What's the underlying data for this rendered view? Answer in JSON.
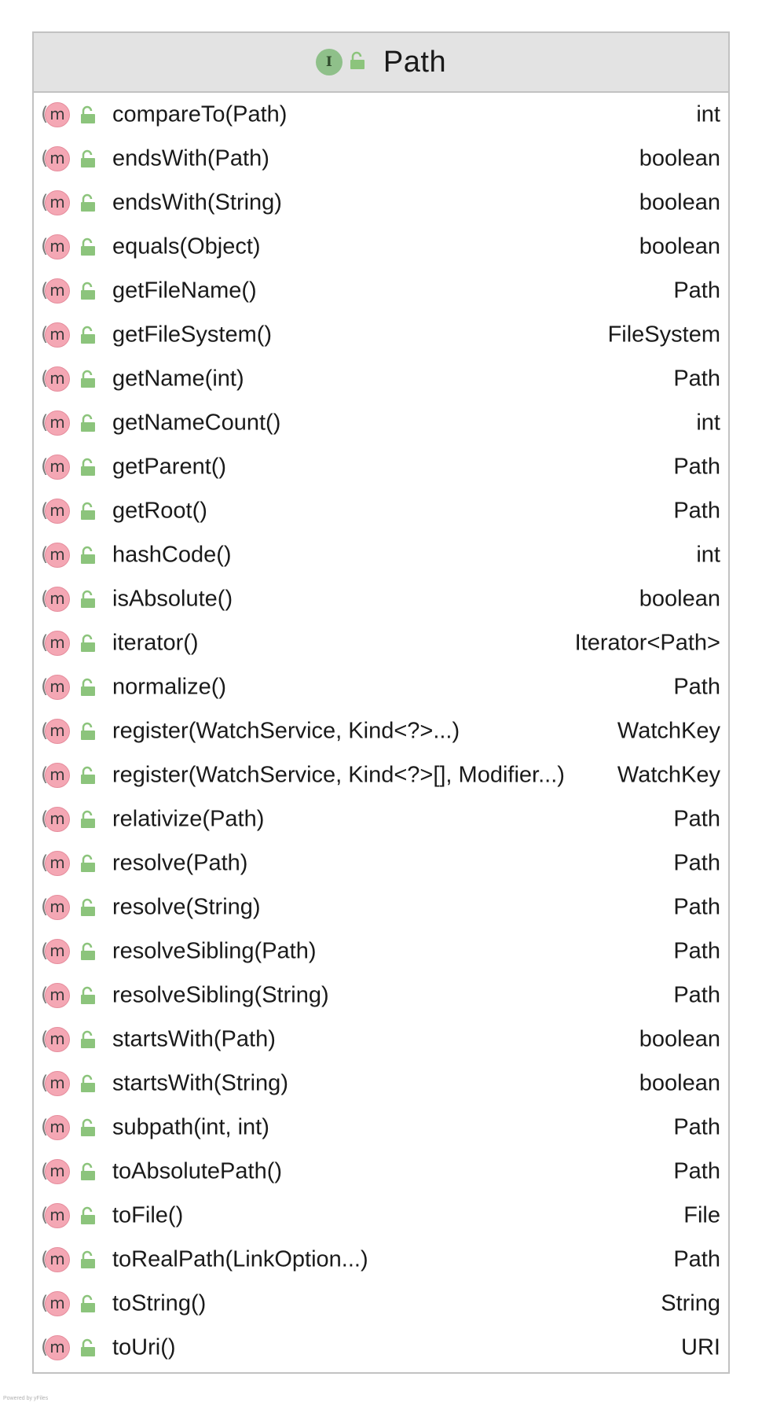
{
  "class": {
    "stereotype_icon": "interface-icon",
    "stereotype_letter": "I",
    "visibility_icon": "public-lock-icon",
    "name": "Path"
  },
  "colors": {
    "header_bg": "#e3e3e3",
    "border": "#c2c2c2",
    "interface_icon": "#8fc08a",
    "method_icon": "#f4a7b4",
    "lock_icon": "#8cc47c"
  },
  "methods": [
    {
      "icon": "m",
      "name": "compareTo(Path)",
      "type": "int"
    },
    {
      "icon": "m",
      "name": "endsWith(Path)",
      "type": "boolean"
    },
    {
      "icon": "m",
      "name": "endsWith(String)",
      "type": "boolean"
    },
    {
      "icon": "m",
      "name": "equals(Object)",
      "type": "boolean"
    },
    {
      "icon": "m",
      "name": "getFileName()",
      "type": "Path"
    },
    {
      "icon": "m",
      "name": "getFileSystem()",
      "type": "FileSystem"
    },
    {
      "icon": "m",
      "name": "getName(int)",
      "type": "Path"
    },
    {
      "icon": "m",
      "name": "getNameCount()",
      "type": "int"
    },
    {
      "icon": "m",
      "name": "getParent()",
      "type": "Path"
    },
    {
      "icon": "m",
      "name": "getRoot()",
      "type": "Path"
    },
    {
      "icon": "m",
      "name": "hashCode()",
      "type": "int"
    },
    {
      "icon": "m",
      "name": "isAbsolute()",
      "type": "boolean"
    },
    {
      "icon": "m",
      "name": "iterator()",
      "type": "Iterator<Path>"
    },
    {
      "icon": "m",
      "name": "normalize()",
      "type": "Path"
    },
    {
      "icon": "m",
      "name": "register(WatchService, Kind<?>...)",
      "type": "WatchKey"
    },
    {
      "icon": "m",
      "name": "register(WatchService, Kind<?>[], Modifier...)",
      "type": "WatchKey"
    },
    {
      "icon": "m",
      "name": "relativize(Path)",
      "type": "Path"
    },
    {
      "icon": "m",
      "name": "resolve(Path)",
      "type": "Path"
    },
    {
      "icon": "m",
      "name": "resolve(String)",
      "type": "Path"
    },
    {
      "icon": "m",
      "name": "resolveSibling(Path)",
      "type": "Path"
    },
    {
      "icon": "m",
      "name": "resolveSibling(String)",
      "type": "Path"
    },
    {
      "icon": "m",
      "name": "startsWith(Path)",
      "type": "boolean"
    },
    {
      "icon": "m",
      "name": "startsWith(String)",
      "type": "boolean"
    },
    {
      "icon": "m",
      "name": "subpath(int, int)",
      "type": "Path"
    },
    {
      "icon": "m",
      "name": "toAbsolutePath()",
      "type": "Path"
    },
    {
      "icon": "m",
      "name": "toFile()",
      "type": "File"
    },
    {
      "icon": "m",
      "name": "toRealPath(LinkOption...)",
      "type": "Path"
    },
    {
      "icon": "m",
      "name": "toString()",
      "type": "String"
    },
    {
      "icon": "m",
      "name": "toUri()",
      "type": "URI"
    }
  ],
  "footer": "Powered by yFiles"
}
